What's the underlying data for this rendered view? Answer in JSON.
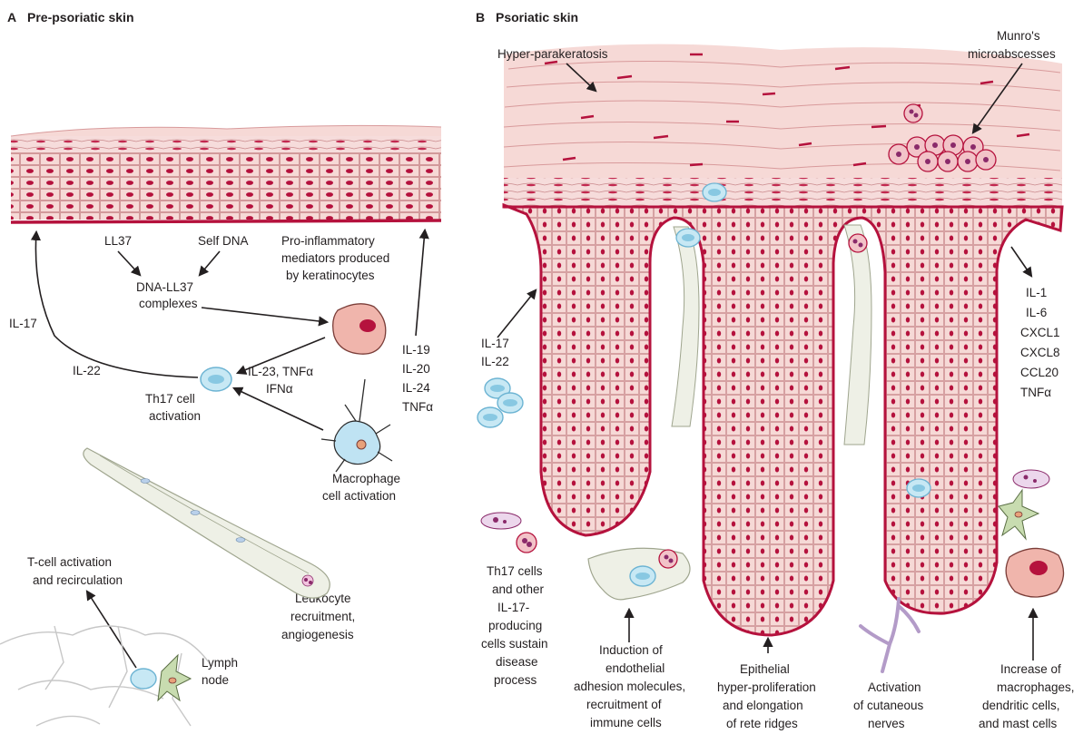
{
  "panel_a": {
    "letter": "A",
    "title": "Pre-psoriatic skin",
    "labels": {
      "ll37": "LL37",
      "self_dna": "Self DNA",
      "complex_1": "DNA-LL37",
      "complex_2": "complexes",
      "pro_1": "Pro-inflammatory",
      "pro_2": "mediators produced",
      "pro_3": "by keratinocytes",
      "il17": "IL-17",
      "il22": "IL-22",
      "il23": "IL-23, TNFα",
      "ifn": "IFNα",
      "th17_1": "Th17 cell",
      "th17_2": "activation",
      "mac_1": "Macrophage",
      "mac_2": "cell activation",
      "cyt_1": "IL-19",
      "cyt_2": "IL-20",
      "cyt_3": "IL-24",
      "cyt_4": "TNFα",
      "leuk_1": "Leukocyte",
      "leuk_2": "recruitment,",
      "leuk_3": "angiogenesis",
      "tcell_1": "T-cell activation",
      "tcell_2": "and recirculation",
      "lymph_1": "Lymph",
      "lymph_2": "node"
    }
  },
  "panel_b": {
    "letter": "B",
    "title": "Psoriatic skin",
    "labels": {
      "hyper": "Hyper-parakeratosis",
      "munro_1": "Munro's",
      "munro_2": "microabscesses",
      "il17": "IL-17",
      "il22": "IL-22",
      "right_cytokines": [
        "IL-1",
        "IL-6",
        "CXCL1",
        "CXCL8",
        "CCL20",
        "TNFα"
      ],
      "th17_lines": [
        "Th17 cells",
        "and other",
        "IL-17-",
        "producing",
        "cells sustain",
        "disease",
        "process"
      ],
      "induction_lines": [
        "Induction of",
        "endothelial",
        "adhesion molecules,",
        "recruitment of",
        "immune cells"
      ],
      "epithelial_lines": [
        "Epithelial",
        "hyper-proliferation",
        "and elongation",
        "of rete ridges"
      ],
      "activation_lines": [
        "Activation",
        "of cutaneous",
        "nerves"
      ],
      "increase_lines": [
        "Increase of",
        "macrophages,",
        "dendritic cells,",
        "and mast cells"
      ]
    }
  },
  "colors": {
    "epidermis": "#f7d8d8",
    "cell_nucleus": "#b5123d",
    "border": "#b5123d",
    "immune_cell": "#bfe3f3",
    "vessel": "#eef0e6",
    "dendritic": "#c8dcb0",
    "nerve": "#b39bc8"
  }
}
